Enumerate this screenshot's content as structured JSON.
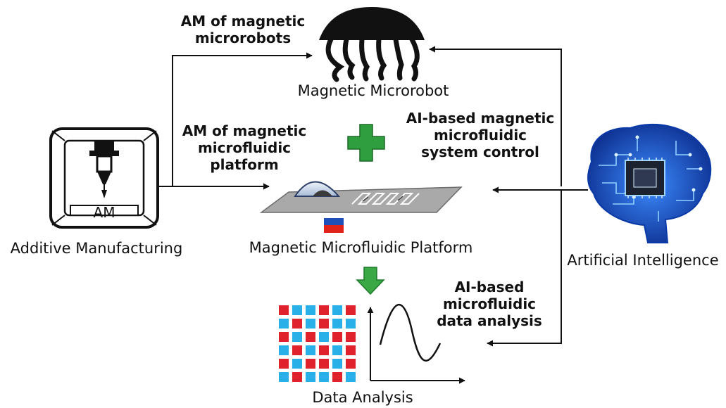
{
  "nodes": {
    "additive_manufacturing": {
      "label": "Additive Manufacturing",
      "badge": "AM"
    },
    "magnetic_microrobot": {
      "label": "Magnetic Microrobot"
    },
    "microfluidic_platform": {
      "label": "Magnetic Microfluidic Platform"
    },
    "artificial_intelligence": {
      "label": "Artificial Intelligence"
    },
    "data_analysis": {
      "label": "Data Analysis"
    }
  },
  "edges": {
    "am_to_microrobot": {
      "label_lines": [
        "AM of magnetic",
        "microrobots"
      ]
    },
    "am_to_platform": {
      "label_lines": [
        "AM of magnetic",
        "microfluidic",
        "platform"
      ]
    },
    "ai_to_system": {
      "label_lines": [
        "AI-based magnetic",
        "microfluidic",
        "system control"
      ]
    },
    "ai_to_data": {
      "label_lines": [
        "AI-based",
        "microfluidic",
        "data analysis"
      ]
    }
  },
  "symbols": {
    "plus": "plus-icon",
    "down_arrow": "arrow-down-icon",
    "magnet": "magnet-icon"
  },
  "colors": {
    "plus_green": "#2e9e3e",
    "arrow_green": "#39a845",
    "grid_red": "#e0222c",
    "grid_blue": "#2ab0e8",
    "magnet_red": "#e2231a",
    "magnet_blue": "#1f4fb8",
    "circuit_blue": "#1b6fd8"
  }
}
